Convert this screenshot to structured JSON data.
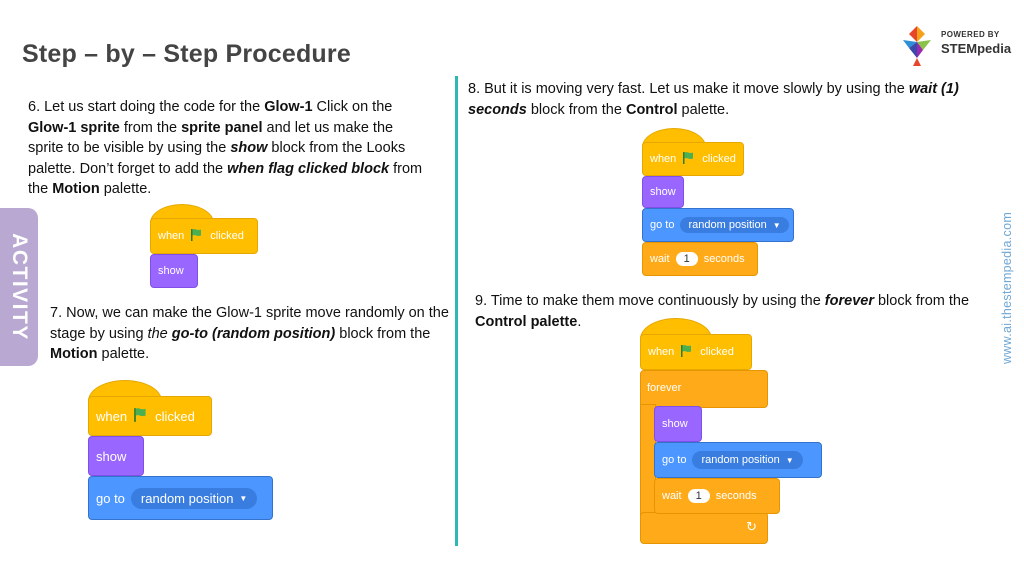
{
  "title": "Step – by – Step Procedure",
  "logo": {
    "powered_by": "POWERED BY",
    "brand": "STEMpedia"
  },
  "side_tab": "ACTIVITY",
  "website": "www.ai.thestempedia.com",
  "colors": {
    "accent_divider": "#2cb9b2",
    "side_tab": "#b9a9d2",
    "website_text": "#6fa7d6"
  },
  "step6": {
    "t1": "6. Let us start doing the code for the ",
    "b1": "Glow-1",
    "t2": " Click on the ",
    "b2": "Glow-1 sprite",
    "t3": " from the ",
    "b3": "sprite panel",
    "t4": " and let us make the sprite to be visible by using the ",
    "bi1": "show",
    "t5": " block from the Looks palette. Don’t forget to add the ",
    "bi2": "when flag clicked block",
    "t6": " from the ",
    "b4": "Motion",
    "t7": " palette."
  },
  "step7": {
    "t1": "7. Now, we can make the Glow-1 sprite move randomly on the stage by using ",
    "i1": "the ",
    "bi1": "go-to (random position)",
    "t2": " block from the ",
    "b1": "Motion",
    "t3": " palette."
  },
  "step8": {
    "t1": "8. But it is moving very fast. Let us make it move slowly by using the ",
    "bi1": "wait (1) seconds",
    "t2": " block from the ",
    "b1": "Control",
    "t3": " palette."
  },
  "step9": {
    "t1": "9. Time to make them move continuously by using the ",
    "bi1": "forever",
    "t2": " block from the ",
    "b1": "Control palette",
    "t3": "."
  },
  "blocks": {
    "when": "when",
    "clicked": "clicked",
    "show": "show",
    "go_to": "go to",
    "random_position": "random position",
    "wait": "wait",
    "wait_value": "1",
    "seconds": "seconds",
    "forever": "forever"
  },
  "icons": {
    "flag": "green-flag-icon",
    "caret": "dropdown-caret-icon",
    "loop": "loop-arrow-icon"
  }
}
